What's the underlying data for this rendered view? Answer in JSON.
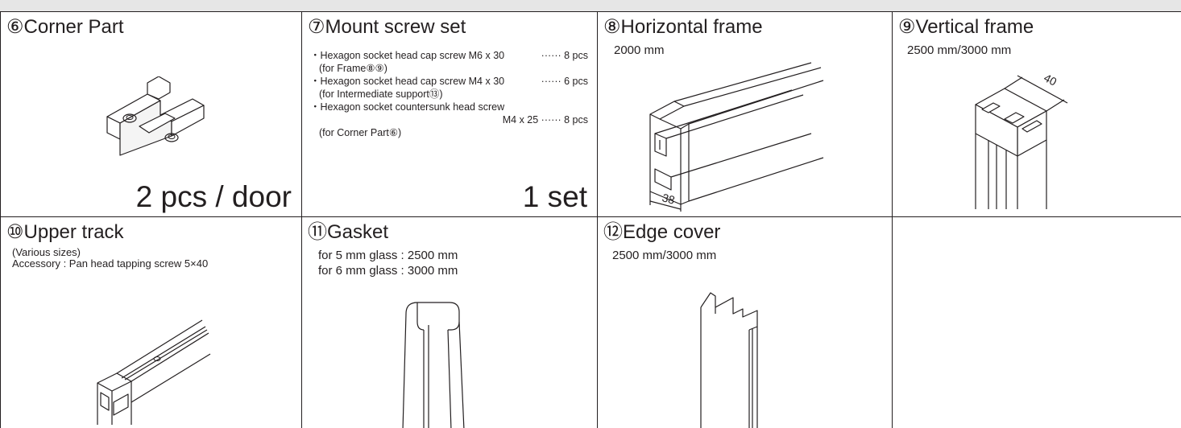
{
  "parts": [
    {
      "id": "corner",
      "title": "⑥Corner Part",
      "quantity": "2 pcs / door",
      "icon": "corner-part-icon"
    },
    {
      "id": "screws",
      "title": "⑦Mount screw set",
      "quantity": "1 set",
      "items": [
        {
          "bullet": "・",
          "desc": "Hexagon socket head cap screw M6 x 30",
          "count": "······ 8 pcs",
          "note": "(for Frame⑧⑨)"
        },
        {
          "bullet": "・",
          "desc": "Hexagon socket head cap screw  M4 x 30",
          "count": "······ 6 pcs",
          "note": "(for Intermediate support⑬)"
        },
        {
          "bullet": "・",
          "desc": "Hexagon socket countersunk head screw",
          "count": "",
          "note": ""
        }
      ],
      "extra_line": "M4 x 25 ······ 8 pcs",
      "extra_note": "(for Corner Part⑥)"
    },
    {
      "id": "hframe",
      "title": "⑧Horizontal frame",
      "size": "2000 mm",
      "dimension": "38",
      "icon": "horizontal-frame-icon"
    },
    {
      "id": "vframe",
      "title": "⑨Vertical frame",
      "size": "2500 mm/3000 mm",
      "dimension": "40",
      "icon": "vertical-frame-icon"
    },
    {
      "id": "track",
      "title": "⑩Upper track",
      "size_line1": "(Various sizes)",
      "size_line2": "Accessory : Pan head tapping screw 5×40",
      "icon": "upper-track-icon"
    },
    {
      "id": "gasket",
      "title": "⑪Gasket",
      "size_line1": "for 5 mm glass : 2500 mm",
      "size_line2": "for 6 mm glass : 3000 mm",
      "icon": "gasket-icon"
    },
    {
      "id": "edge",
      "title": "⑫Edge cover",
      "size": "2500 mm/3000 mm",
      "icon": "edge-cover-icon"
    }
  ]
}
